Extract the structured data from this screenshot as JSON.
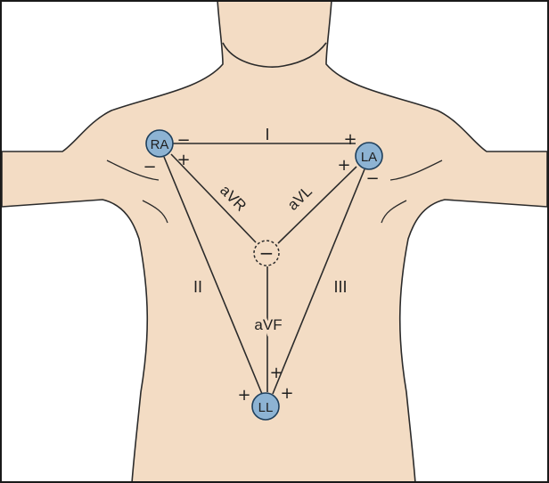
{
  "figure": {
    "colors": {
      "skin": "#f3dcc4",
      "outline": "#2b2b2b",
      "electrode_fill": "#8db3d3",
      "electrode_stroke": "#1e3f5c",
      "lead_line": "#2b2b2b",
      "frame": "#1a1a1a"
    },
    "electrodes": {
      "ra": "RA",
      "la": "LA",
      "ll": "LL"
    },
    "center_terminal": "−",
    "leads": {
      "i": "I",
      "ii": "II",
      "iii": "III",
      "avr": "aVR",
      "avl": "aVL",
      "avf": "aVF"
    },
    "polarity": {
      "ra_lead_i": "−",
      "ra_lead_ii": "−",
      "ra_avr": "+",
      "la_lead_i": "+",
      "la_avl": "+",
      "la_lead_iii": "−",
      "ll_avf": "+",
      "ll_lead_ii": "+",
      "ll_lead_iii": "+"
    }
  }
}
